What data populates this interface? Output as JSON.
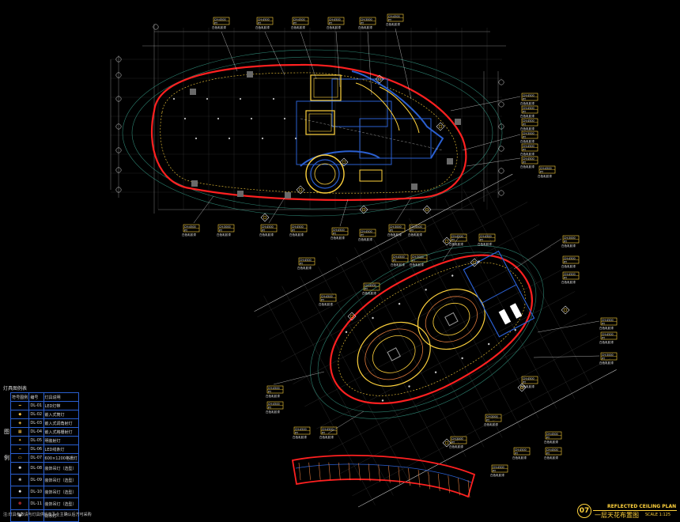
{
  "drawing": {
    "number": "07",
    "title_en": "REFLECTED CEILING PLAN",
    "title_zh": "一层天花布置图",
    "scale": "SCALE 1:125"
  },
  "legend": {
    "title": "灯具图例表",
    "side_label_top": "图",
    "side_label_bottom": "例",
    "header": [
      "符号图例",
      "编号",
      "灯具说明"
    ],
    "rows": [
      {
        "code": "DL-01",
        "desc": "LED灯带",
        "icon": "line-symbol"
      },
      {
        "code": "DL-02",
        "desc": "嵌入式筒灯",
        "icon": "downlight-symbol"
      },
      {
        "code": "DL-03",
        "desc": "嵌入式调角射灯",
        "icon": "adjustable-spot-symbol"
      },
      {
        "code": "DL-04",
        "desc": "嵌入式格栅射灯",
        "icon": "grille-light-symbol"
      },
      {
        "code": "DL-05",
        "desc": "明装射灯",
        "icon": "surface-spot-symbol"
      },
      {
        "code": "DL-06",
        "desc": "LED线条灯",
        "icon": "led-strip-symbol"
      },
      {
        "code": "DL-07",
        "desc": "600×1200格栅灯",
        "icon": "panel-symbol"
      },
      {
        "code": "DL-08",
        "desc": "装饰吊灯（选型）",
        "icon": "pendant-symbol"
      },
      {
        "code": "DL-09",
        "desc": "装饰吊灯（选型）",
        "icon": "pendant-symbol-2"
      },
      {
        "code": "DL-10",
        "desc": "装饰吊灯（选型）",
        "icon": "pendant-symbol-3"
      },
      {
        "code": "DL-11",
        "desc": "装饰吊灯（选型）",
        "icon": "cluster-pendant-symbol"
      },
      {
        "code": "",
        "desc": "防水灯",
        "icon": "waterproof-symbol"
      }
    ],
    "note": "注:灯具参数请与灯具供应商及业主确认后方可采购"
  },
  "annotations": {
    "tag_code": "CH:4500",
    "tag_sub": "PT",
    "tag_material": "白色乳胶漆",
    "tag_alt_code": "CH:3000"
  },
  "colors": {
    "background": "#000000",
    "outline": "#ff2020",
    "fixture": "#ffd23c",
    "structure": "#2a5fd0",
    "dimension": "#e0e0e0",
    "contour": "#3aa690"
  }
}
